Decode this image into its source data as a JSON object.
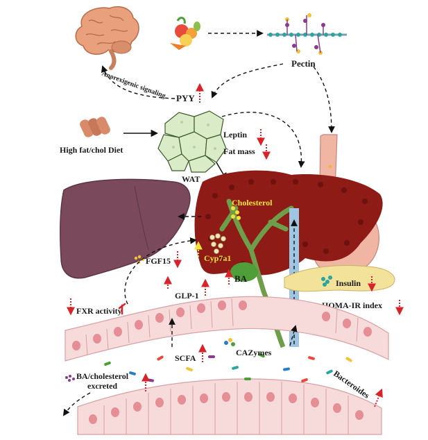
{
  "labels": {
    "pectin": "Pectin",
    "anorexigenic": "Anorexigenic signaling",
    "pyy": "PYY",
    "diet": "High fat/chol Diet",
    "wat": "WAT",
    "leptin": "Leptin",
    "fat_mass": "Fat mass",
    "cholesterol": "Cholesterol",
    "cyp7a1": "Cyp7a1",
    "fgf15": "FGF15",
    "ba": "BA",
    "insulin": "Insulin",
    "homa": "HOMA-IR index",
    "glp1": "GLP-1",
    "fxr": "FXR activity",
    "scfa": "SCFA",
    "cazymes": "CAZymes",
    "ba_chol_1": "BA/cholesterol",
    "ba_chol_2": "excreted",
    "bacteroides": "Bacteroides"
  },
  "colors": {
    "up_arrow": "#d8232a",
    "down_arrow": "#d8232a",
    "liver": "#7a4a5c",
    "liver_red": "#8e1b15",
    "intestine": "#f7dada",
    "nucleus": "#e68e96",
    "fat_cell": "#d9ecc7",
    "gallbladder": "#4f9e3a",
    "pancreas": "#f3e39a",
    "stomach": "#f0b5a3",
    "portal": "#9ec5e2",
    "brain": "#e9a07d"
  },
  "icons": [
    "brain-icon",
    "fruit-vegetable-icon",
    "pectin-polymer-icon",
    "sausage-icon",
    "bile-duct-icon"
  ]
}
